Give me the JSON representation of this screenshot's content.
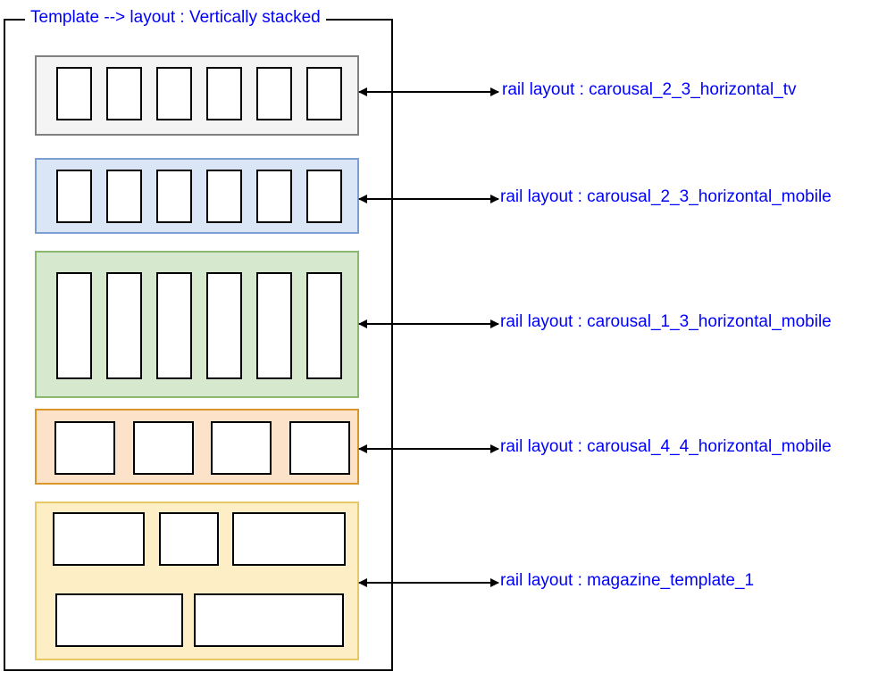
{
  "diagram": {
    "frame_title": "Template --> layout : Vertically stacked",
    "label_prefix": "rail layout : ",
    "accent_color": "#0000ff",
    "line_color": "#000000",
    "rails": [
      {
        "id": "carousal_2_3_horizontal_tv",
        "label_prefix": "rail layout : ",
        "label_value": "carousal_2_3_horizontal_tv",
        "fill": "#f4f4f4",
        "stroke": "#808080",
        "card_count": 6,
        "card_shape": "portrait-2-3",
        "rows": 1,
        "last_card_clipped": true
      },
      {
        "id": "carousal_2_3_horizontal_mobile",
        "label_prefix": "rail layout : ",
        "label_value": "carousal_2_3_horizontal_mobile",
        "fill": "#dae5f5",
        "stroke": "#7b9fd0",
        "card_count": 6,
        "card_shape": "portrait-2-3",
        "rows": 1,
        "last_card_clipped": true
      },
      {
        "id": "carousal_1_3_horizontal_mobile",
        "label_prefix": "rail layout : ",
        "label_value": "carousal_1_3_horizontal_mobile",
        "fill": "#d6e8cd",
        "stroke": "#89b86e",
        "card_count": 6,
        "card_shape": "portrait-1-3",
        "rows": 1,
        "last_card_clipped": true
      },
      {
        "id": "carousal_4_4_horizontal_mobile",
        "label_prefix": "rail layout : ",
        "label_value": "carousal_4_4_horizontal_mobile",
        "fill": "#fbe2c8",
        "stroke": "#d9962a",
        "card_count": 4,
        "card_shape": "square-4-4",
        "rows": 1,
        "last_card_clipped": false
      },
      {
        "id": "magazine_template_1",
        "label_prefix": "rail layout : ",
        "label_value": "magazine_template_1",
        "fill": "#fdeec6",
        "stroke": "#e8c766",
        "card_count": 5,
        "card_shape": "mixed-landscape",
        "rows": 2,
        "last_card_clipped": false
      }
    ]
  }
}
